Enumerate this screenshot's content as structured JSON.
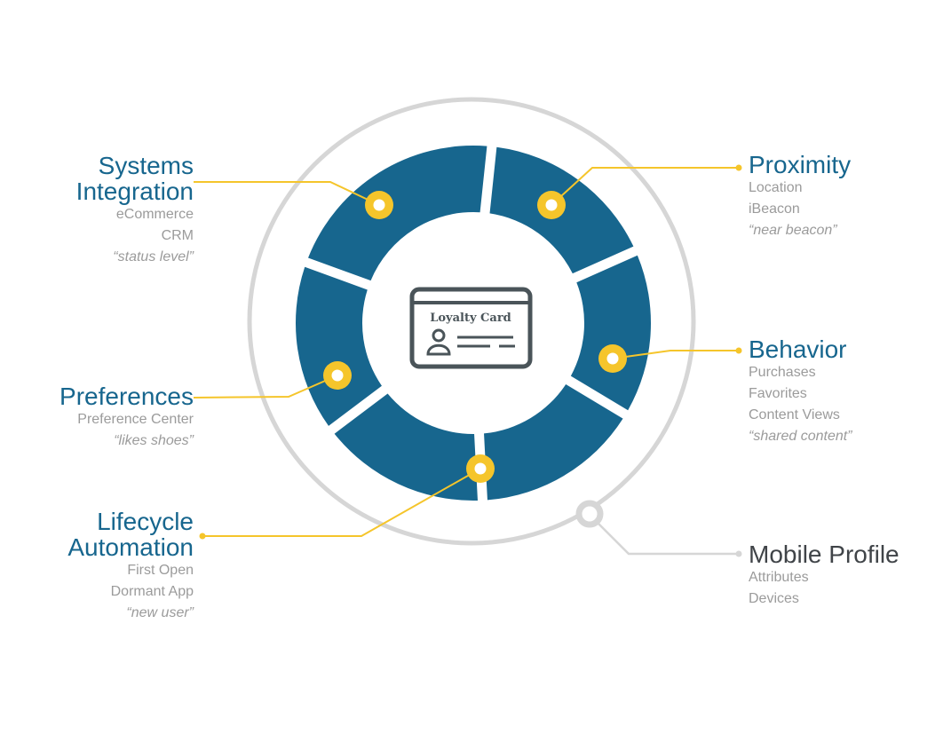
{
  "colors": {
    "segment": "#17668e",
    "accent": "#f5c52b",
    "outer_ring": "#d6d6d6",
    "title_blue": "#17668e",
    "title_dark": "#404448",
    "subtext": "#9b9b9b",
    "card_stroke": "#4a5459"
  },
  "center": {
    "icon": "loyalty-card-icon",
    "card_text": "Loyalty Card"
  },
  "left_labels": {
    "systems": {
      "title_lines": [
        "Systems",
        "Integration"
      ],
      "items": [
        "eCommerce",
        "CRM"
      ],
      "quote": "“status level”"
    },
    "preferences": {
      "title_lines": [
        "Preferences"
      ],
      "items": [
        "Preference Center"
      ],
      "quote": "“likes shoes”"
    },
    "lifecycle": {
      "title_lines": [
        "Lifecycle",
        "Automation"
      ],
      "items": [
        "First Open",
        "Dormant App"
      ],
      "quote": "“new user”"
    }
  },
  "right_labels": {
    "proximity": {
      "title_lines": [
        "Proximity"
      ],
      "items": [
        "Location",
        "iBeacon"
      ],
      "quote": "“near beacon”"
    },
    "behavior": {
      "title_lines": [
        "Behavior"
      ],
      "items": [
        "Purchases",
        "Favorites",
        "Content Views"
      ],
      "quote": "“shared content”"
    },
    "mobile": {
      "title_lines": [
        "Mobile Profile"
      ],
      "items": [
        "Attributes",
        "Devices"
      ]
    }
  }
}
